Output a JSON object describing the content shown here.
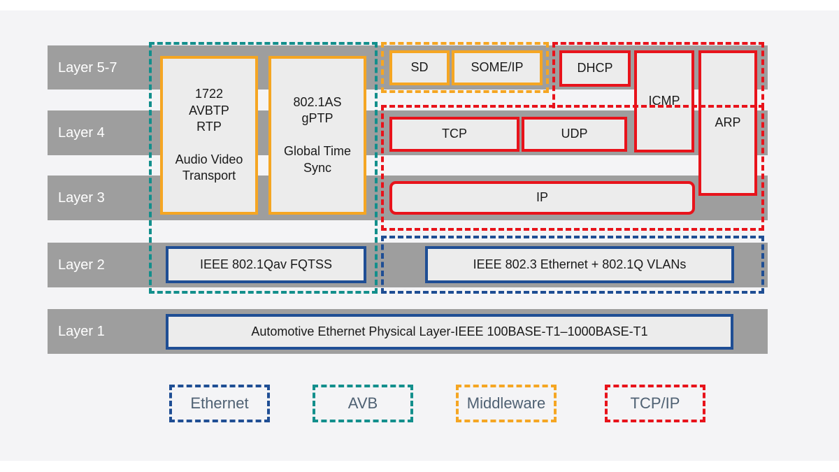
{
  "layers": [
    {
      "id": "l57",
      "label": "Layer 5-7"
    },
    {
      "id": "l4",
      "label": "Layer 4"
    },
    {
      "id": "l3",
      "label": "Layer 3"
    },
    {
      "id": "l2",
      "label": "Layer 2"
    },
    {
      "id": "l1",
      "label": "Layer 1"
    }
  ],
  "blocks": {
    "avbtp": "1722\nAVBTP\nRTP\n\nAudio  Video\nTransport",
    "gptp": "802.1AS\ngPTP\n\nGlobal Time\nSync",
    "sd": "SD",
    "someip": "SOME/IP",
    "dhcp": "DHCP",
    "icmp": "ICMP",
    "arp": "ARP",
    "tcp": "TCP",
    "udp": "UDP",
    "ip": "IP",
    "qav": "IEEE 802.1Qav FQTSS",
    "ethernet_vlan": "IEEE 802.3 Ethernet + 802.1Q VLANs",
    "phy": "Automotive Ethernet Physical Layer-IEEE 100BASE-T1–1000BASE-T1"
  },
  "legend": [
    {
      "label": "Ethernet",
      "color": "#1f4e94"
    },
    {
      "label": "AVB",
      "color": "#138f8c"
    },
    {
      "label": "Middleware",
      "color": "#f5a623"
    },
    {
      "label": "TCP/IP",
      "color": "#e8131b"
    }
  ],
  "colors": {
    "band": "#9e9e9e",
    "box_fill": "#ececec",
    "background": "#f4f4f6"
  }
}
